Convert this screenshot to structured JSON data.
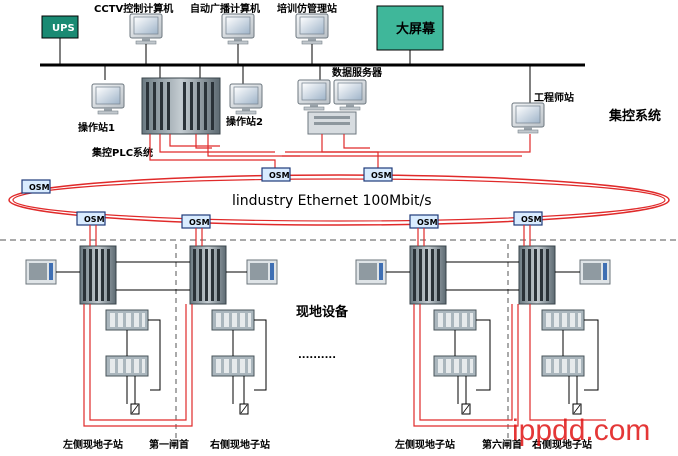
{
  "top_labels": {
    "ups": "UPS",
    "cctv": "CCTV控制计算机",
    "broadcast": "自动广播计算机",
    "training": "培训仿管理站",
    "bigscreen": "大屏幕",
    "data_server": "数据服务器",
    "op1": "操作站1",
    "op2": "操作站2",
    "engineer": "工程师站",
    "plc": "集控PLC系统",
    "central": "集控系统"
  },
  "osm_label": "OSM",
  "ring_label": "lindustry Ethernet 100Mbit/s",
  "field_label": "现地设备",
  "ellipsis": "..........",
  "bottom_labels": {
    "left1": "左侧现地子站",
    "lock1": "第一闸首",
    "right1": "右侧现地子站",
    "left2": "左侧现地子站",
    "lock6": "第六闸首",
    "right2": "右侧现地子站"
  },
  "watermark": "ippdd.com",
  "colors": {
    "ups_fill": "#1a8a73",
    "bigscreen_fill": "#3fb79a",
    "fiber": "#e02a2a",
    "osm_fill": "#d9ecff"
  }
}
